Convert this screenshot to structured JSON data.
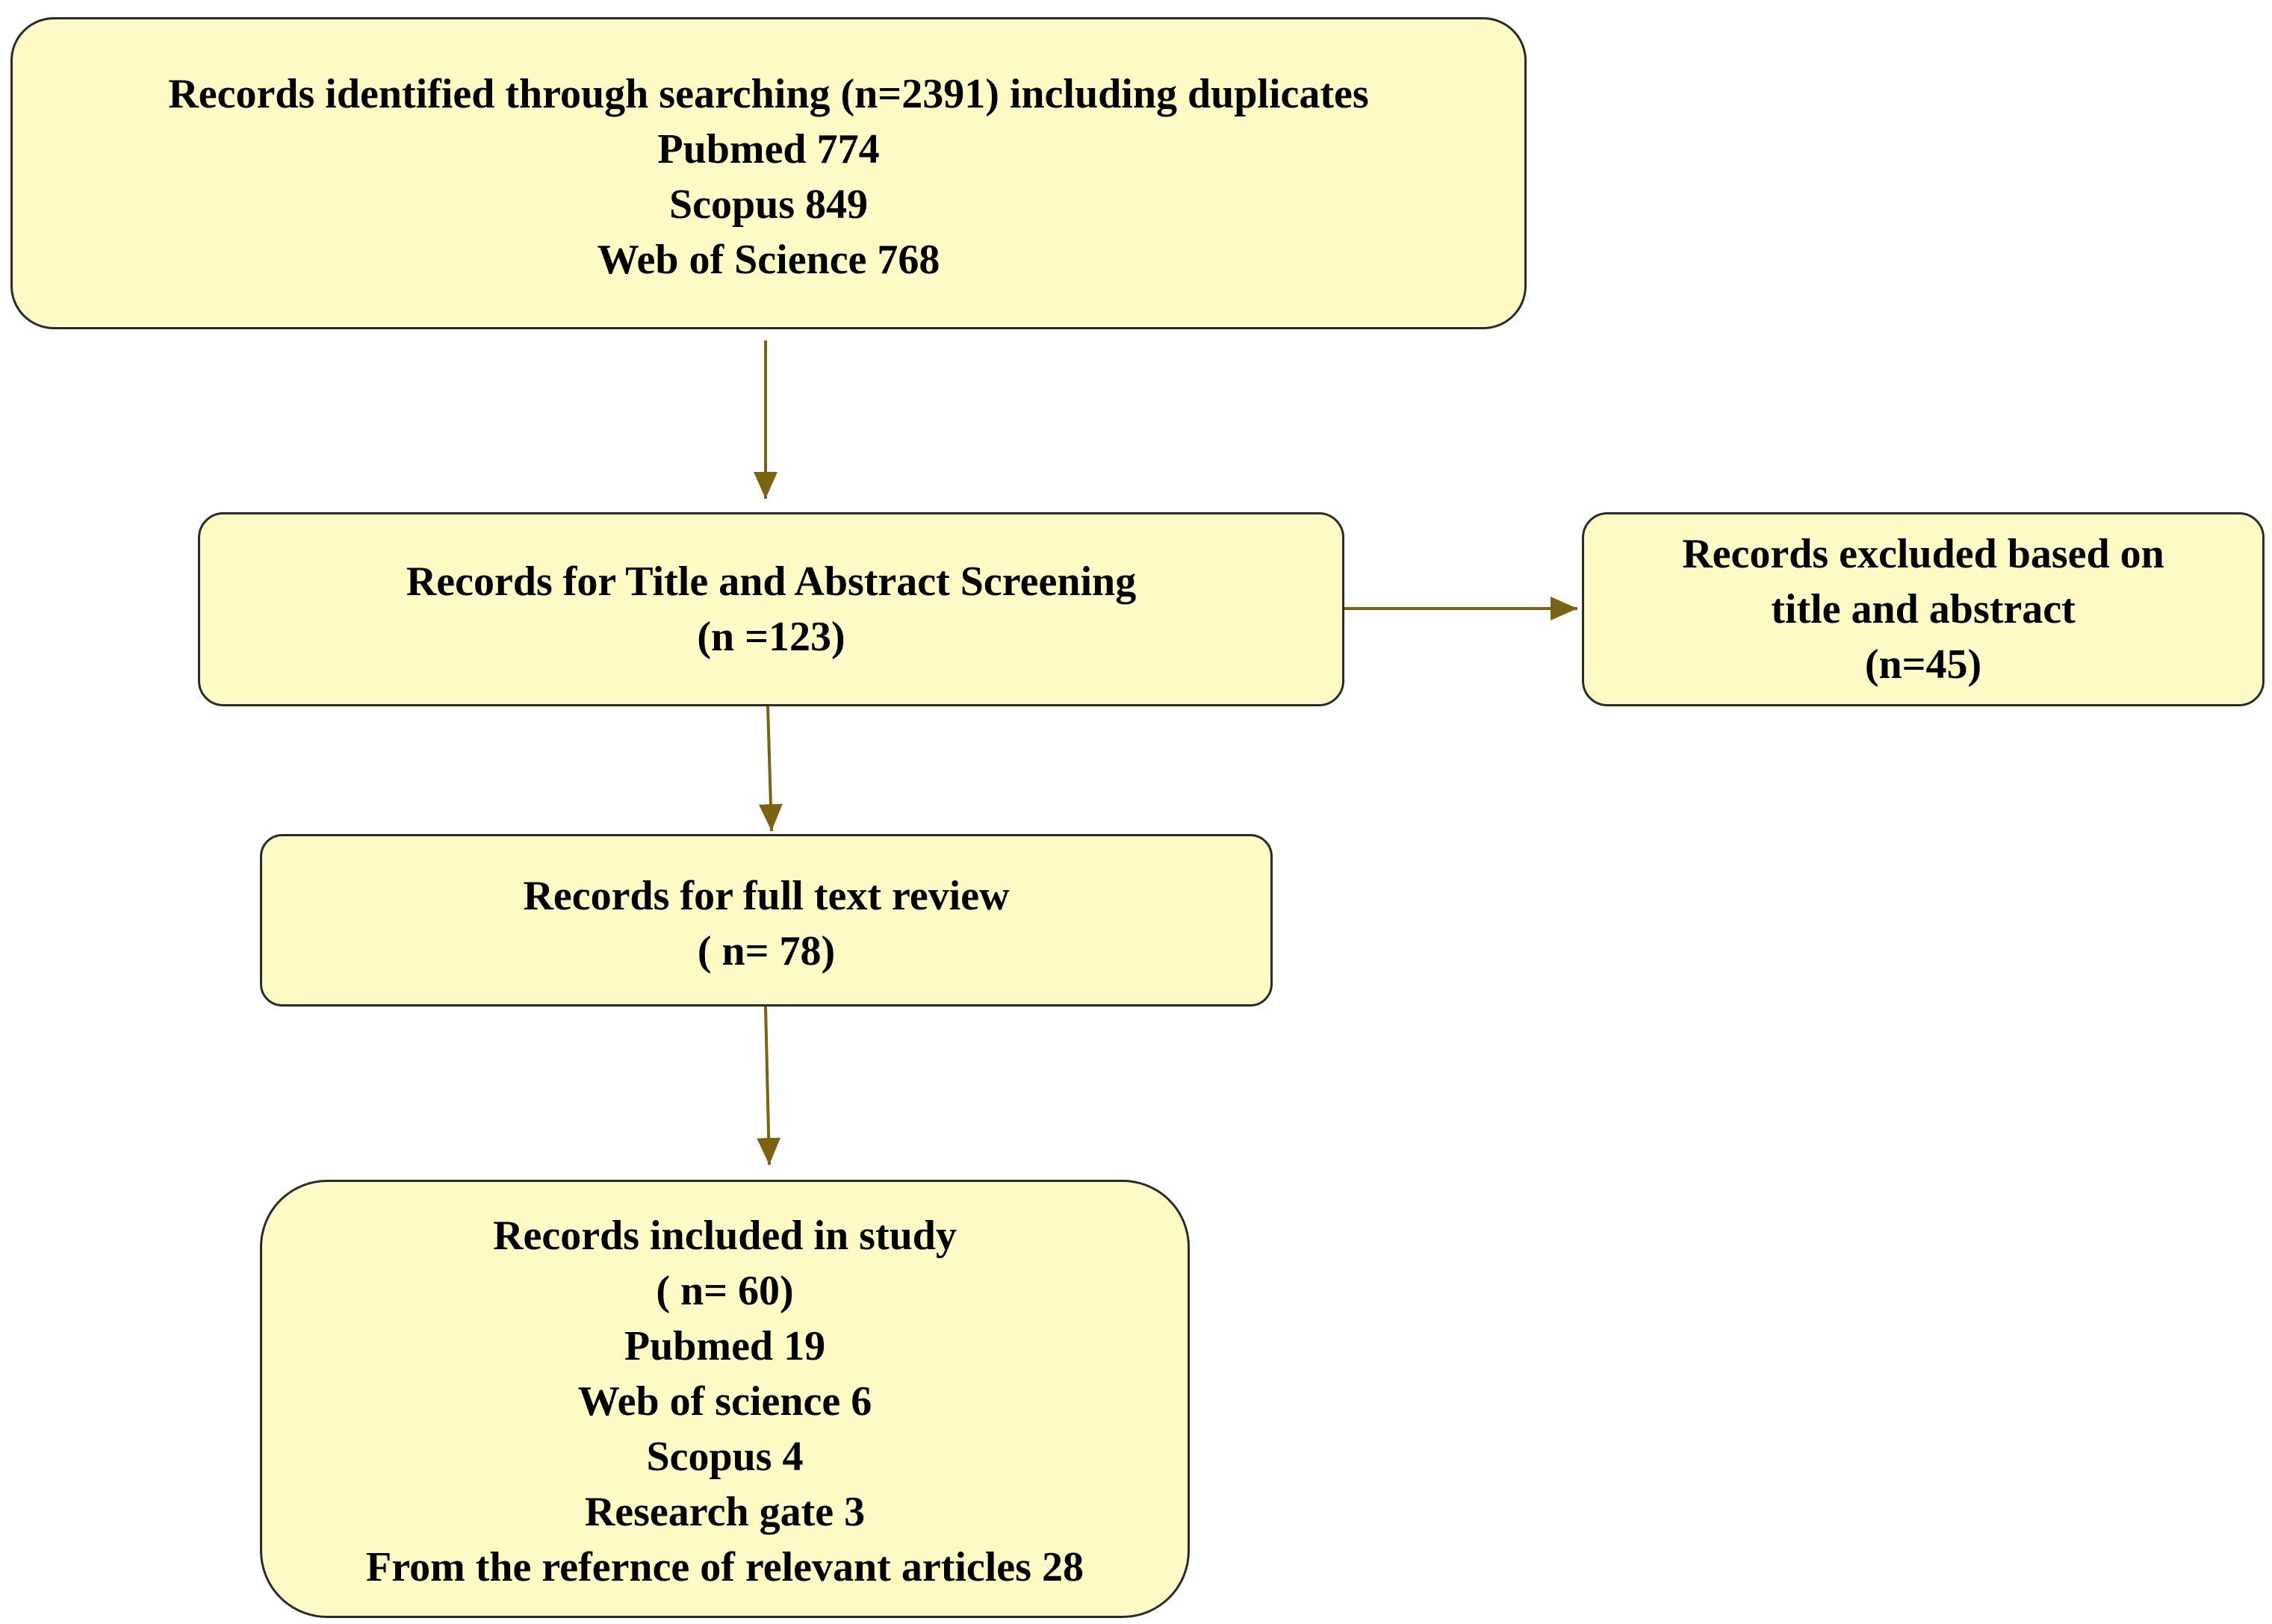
{
  "diagram": {
    "arrow_color": "#7a6414",
    "box_fill": "#fefac6",
    "nodes": {
      "identified": {
        "lines": [
          "Records identified through searching (n=2391) including duplicates",
          "Pubmed 774",
          "Scopus 849",
          "Web of Science 768"
        ]
      },
      "screening": {
        "lines": [
          "Records for Title and Abstract Screening",
          "(n =123)"
        ]
      },
      "excluded": {
        "lines": [
          "Records excluded based on",
          "title and abstract",
          "(n=45)"
        ]
      },
      "fulltext": {
        "lines": [
          "Records for full text review",
          "( n= 78)"
        ]
      },
      "included": {
        "lines": [
          "Records included in study",
          "( n= 60)",
          "Pubmed 19",
          "Web of science 6",
          "Scopus 4",
          "Research gate 3",
          "From the refernce of relevant articles 28"
        ]
      }
    },
    "edges": [
      {
        "from": "identified",
        "to": "screening"
      },
      {
        "from": "screening",
        "to": "excluded"
      },
      {
        "from": "screening",
        "to": "fulltext"
      },
      {
        "from": "fulltext",
        "to": "included"
      }
    ]
  }
}
